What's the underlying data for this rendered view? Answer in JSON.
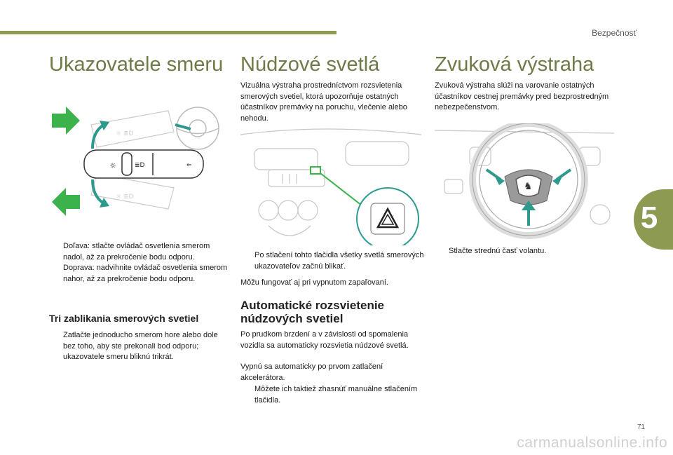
{
  "header": {
    "section": "Bezpečnosť"
  },
  "chapter": {
    "number": "5"
  },
  "footer": {
    "page": "71",
    "watermark": "carmanualsonline.info"
  },
  "col1": {
    "title": "Ukazovatele smeru",
    "bullets": [
      "Doľava: stlačte ovládač osvetlenia smerom nadol, až za prekročenie bodu odporu.",
      "Doprava: nadvihnite ovládač osvetlenia smerom nahor, až za prekročenie bodu odporu."
    ],
    "subtitle": "Tri zablikania smerových svetiel",
    "bullet2": "Zatlačte jednoducho smerom hore alebo dole bez toho, aby ste prekonali bod odporu; ukazovatele smeru bliknú trikrát."
  },
  "col2": {
    "title": "Núdzové svetlá",
    "intro": "Vizuálna výstraha prostredníctvom rozsvietenia smerových svetiel, ktorá upozorňuje ostatných účastníkov premávky na poruchu, vlečenie alebo nehodu.",
    "bullet": "Po stlačení tohto tlačidla všetky svetlá smerových ukazovateľov začnú blikať.",
    "note": "Môžu fungovať aj pri vypnutom zapaľovaní.",
    "subtitle": "Automatické rozsvietenie núdzových svetiel",
    "para1": "Po prudkom brzdení a v závislosti od spomalenia vozidla sa automaticky rozsvietia núdzové svetlá.",
    "para2": "Vypnú sa automaticky po prvom zatlačení akcelerátora.",
    "bullet2": "Môžete ich taktiež zhasnúť manuálne stlačením tlačidla."
  },
  "col3": {
    "title": "Zvuková výstraha",
    "intro": "Zvuková výstraha slúži na varovanie ostatných účastníkov cestnej premávky pred bezprostredným nebezpečenstvom.",
    "bullet": "Stlačte strednú časť volantu."
  },
  "bullet_marker": "",
  "colors": {
    "accent": "#8c9a52",
    "title": "#6e7b46",
    "arrow_green": "#3bb34a",
    "arrow_teal": "#2e9a8e"
  }
}
